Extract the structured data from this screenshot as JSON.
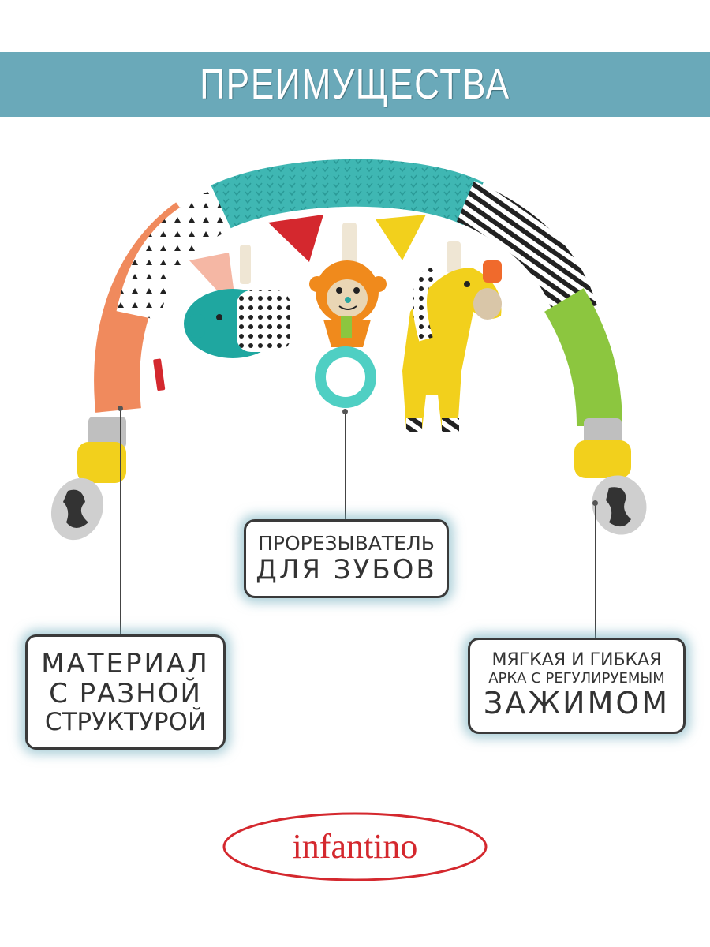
{
  "header": {
    "title": "ПРЕИМУЩЕСТВА",
    "background_color": "#6aa9b9"
  },
  "product": {
    "description": "Soft toy arch with hanging elephant, monkey with teether ring, giraffe, and clamps",
    "colors": {
      "teal": "#3fb7b3",
      "orange": "#f08a5d",
      "green": "#8cc63f",
      "yellow": "#f2d01c",
      "red": "#d4282e"
    }
  },
  "callouts": {
    "teether": {
      "lines": [
        "ПРОРЕЗЫВАТЕЛЬ",
        "ДЛЯ ЗУБОВ"
      ]
    },
    "material": {
      "lines": [
        "МАТЕРИАЛ",
        "С РАЗНОЙ",
        "СТРУКТУРОЙ"
      ]
    },
    "arch": {
      "lines": [
        "МЯГКАЯ И ГИБКАЯ",
        "АРКА С РЕГУЛИРУЕМЫМ",
        "ЗАЖИМОМ"
      ]
    }
  },
  "brand": {
    "name": "infantino",
    "color": "#d4282e"
  }
}
